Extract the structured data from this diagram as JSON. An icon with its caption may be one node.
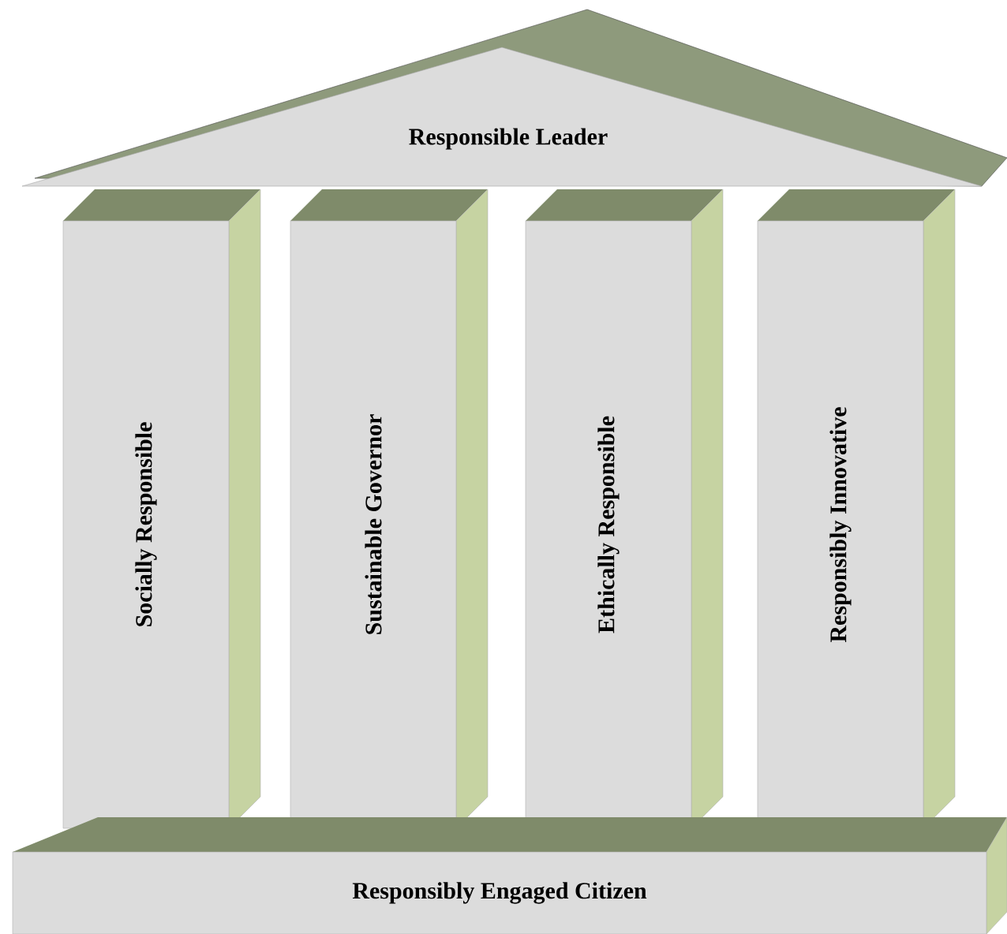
{
  "diagram": {
    "nodes": [
      {
        "text": [
          "Responsible Leader"
        ]
      },
      {
        "text": [
          "Socially Responsible"
        ]
      },
      {
        "text": [
          "Sustainable Governor"
        ]
      },
      {
        "text": [
          "Ethically Responsible"
        ]
      },
      {
        "text": [
          "Responsibly Innovative"
        ]
      },
      {
        "text": [
          "Responsibly Engaged Citizen"
        ]
      }
    ]
  }
}
